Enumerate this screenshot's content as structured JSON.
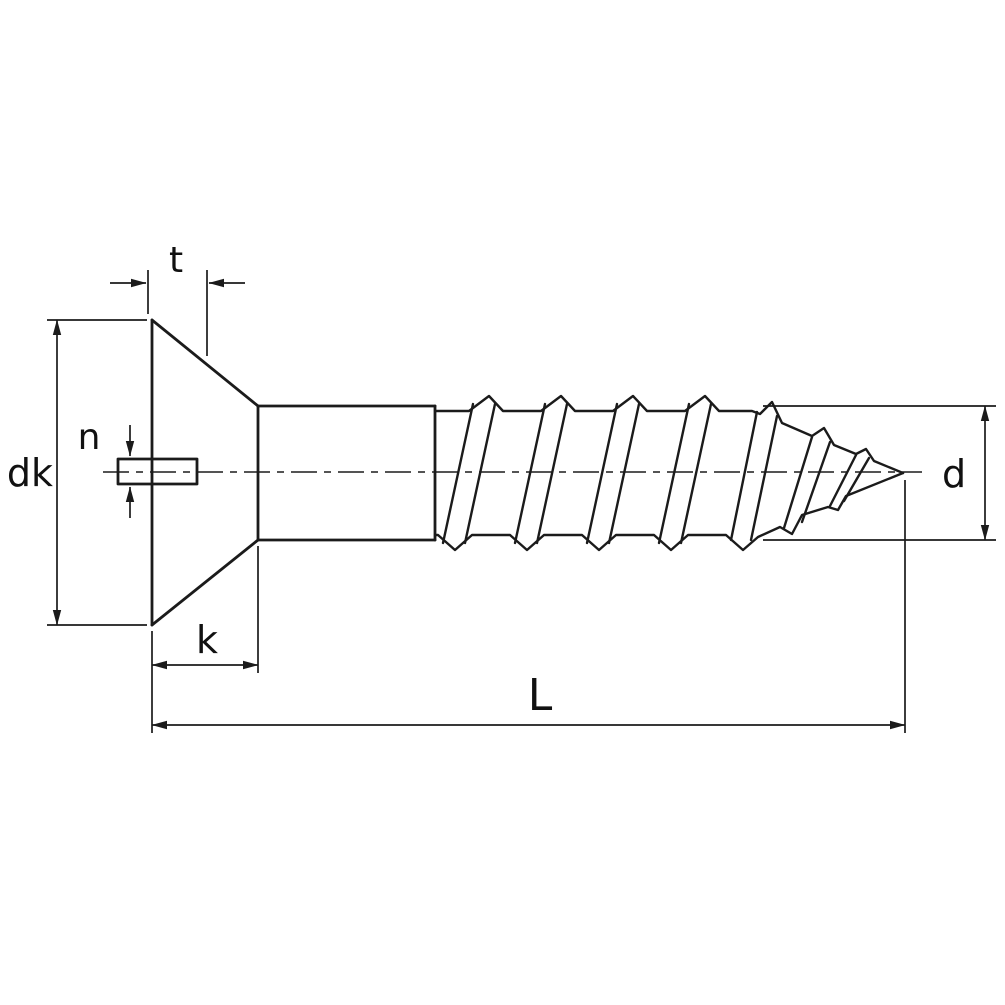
{
  "diagram": {
    "kind": "technical-drawing",
    "colors": {
      "line": "#1b1b1b",
      "background": "#ffffff"
    }
  },
  "labels": {
    "t": "t",
    "n": "n",
    "dk": "dk",
    "k": "k",
    "L": "L",
    "d": "d"
  }
}
